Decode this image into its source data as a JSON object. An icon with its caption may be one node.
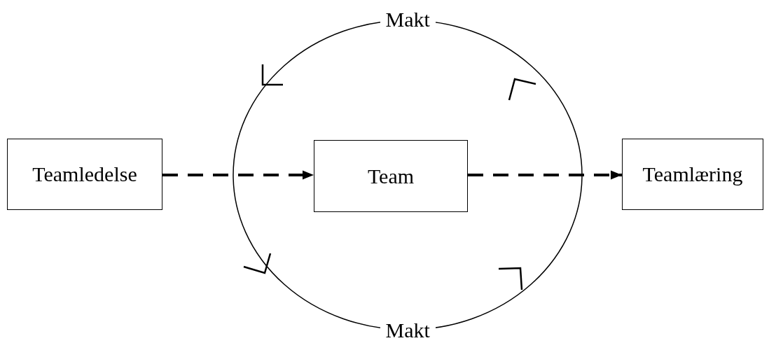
{
  "diagram": {
    "nodes": [
      {
        "text": [
          "Makt",
          "Makt"
        ]
      },
      {
        "text": [
          "Teamledelse"
        ]
      },
      {
        "text": [
          "Team"
        ],
        "in": 0
      },
      {
        "text": [
          "Teamlæring"
        ]
      }
    ],
    "edges": [
      {
        "from": 1,
        "to": 2,
        "arrow": "to",
        "style": "dashed"
      },
      {
        "from": 2,
        "to": 3,
        "arrow": "to",
        "style": "dashed"
      }
    ]
  }
}
